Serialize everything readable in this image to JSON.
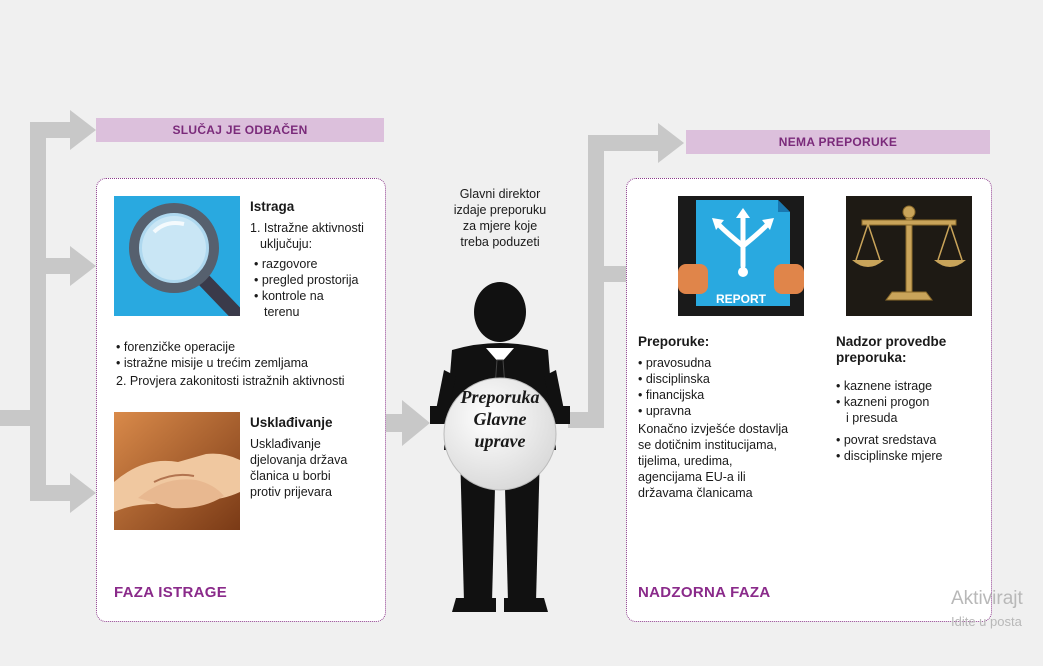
{
  "left_tag": "SLUČAJ JE ODBAČEN",
  "right_tag": "NEMA PREPORUKE",
  "director_caption": [
    "Glavni direktor",
    "izdaje preporuku",
    "za mjere koje",
    "treba poduzeti"
  ],
  "circle_label": [
    "Preporuka",
    "Glavne",
    "uprave"
  ],
  "istraga": {
    "title": "Istraga",
    "item1_lines": [
      "1. Istražne aktivnosti",
      "uključuju:"
    ],
    "bullets_a": [
      "razgovore",
      "pregled prostorija",
      "kontrole na"
    ],
    "bullet_a_cont": "terenu",
    "bullets_b": [
      "forenzičke operacije",
      "istražne misije u trećim zemljama"
    ],
    "item2": "2. Provjera zakonitosti istražnih aktivnosti"
  },
  "uskladivanje": {
    "title": "Usklađivanje",
    "lines": [
      "Usklađivanje",
      "djelovanja država",
      "članica u borbi",
      "protiv prijevara"
    ]
  },
  "faza_istrage_label": "FAZA ISTRAGE",
  "nadzorna_faza_label": "NADZORNA FAZA",
  "report_label": "REPORT",
  "preporuke": {
    "title": "Preporuke:",
    "bullets": [
      "pravosudna",
      "disciplinska",
      "financijska",
      "upravna"
    ],
    "text_lines": [
      "Konačno izvješće dostavlja",
      "se dotičnim institucijama,",
      "tijelima, uredima,",
      "agencijama EU-a ili",
      "državama članicama"
    ]
  },
  "nadzor": {
    "title_lines": [
      "Nadzor provedbe",
      "preporuka:"
    ],
    "bullets": [
      "kaznene istrage",
      "kazneni progon"
    ],
    "bullet_cont": "i presuda",
    "bullets2": [
      "povrat sredstava",
      "disciplinske mjere"
    ]
  },
  "watermark": {
    "line1": "Aktivirajt",
    "line2": "Idite u posta"
  },
  "colors": {
    "arrow": "#c8c8c8",
    "tag_bg": "#dcc0dc",
    "accent": "#8a2a8a",
    "magnifier_bg": "#29a9e0",
    "report_bg": "#29a9e0"
  }
}
